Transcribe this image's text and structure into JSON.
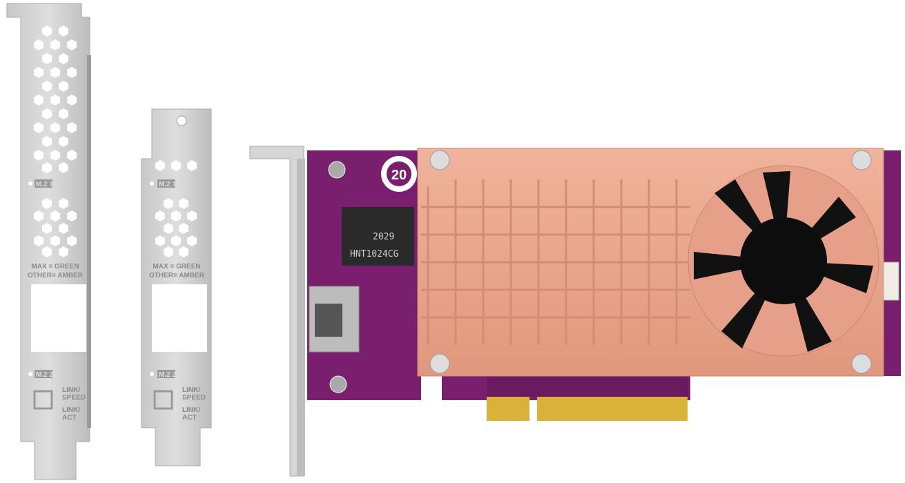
{
  "brackets": {
    "m2_1_label": "M.2 1",
    "m2_2_label": "M.2 2",
    "led_legend_line1": "MAX = GREEN",
    "led_legend_line2": "OTHER= AMBER",
    "link_speed_line1": "LINK/",
    "link_speed_line2": "SPEED",
    "link_act_line1": "LINK/",
    "link_act_line2": "ACT"
  },
  "card": {
    "chip_date_code": "2029",
    "chip_part_number": "HNT1024CG",
    "rohs_logo_number": "20",
    "colors": {
      "pcb": "#7a1f6e",
      "heatsink": "#e9a58c",
      "fan": "#111111",
      "gold_fingers": "#d9b23a",
      "bracket": "#d4d4d4"
    }
  }
}
